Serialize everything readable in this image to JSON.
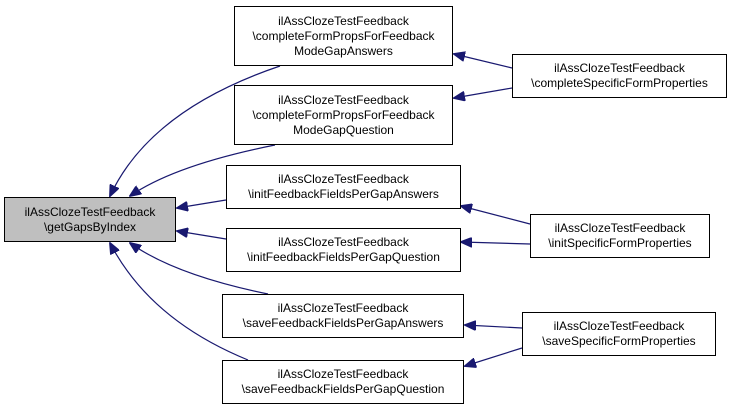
{
  "colors": {
    "edge": "#191970",
    "node_border": "#000000",
    "focus_fill": "#bfbfbf",
    "node_fill": "#ffffff"
  },
  "nodes": {
    "root": {
      "lines": [
        "ilAssClozeTestFeedback",
        "\\getGapsByIndex"
      ]
    },
    "cfp_answers": {
      "lines": [
        "ilAssClozeTestFeedback",
        "\\completeFormPropsForFeedback",
        "ModeGapAnswers"
      ]
    },
    "cfp_question": {
      "lines": [
        "ilAssClozeTestFeedback",
        "\\completeFormPropsForFeedback",
        "ModeGapQuestion"
      ]
    },
    "init_answers": {
      "lines": [
        "ilAssClozeTestFeedback",
        "\\initFeedbackFieldsPerGapAnswers"
      ]
    },
    "init_question": {
      "lines": [
        "ilAssClozeTestFeedback",
        "\\initFeedbackFieldsPerGapQuestion"
      ]
    },
    "save_answers": {
      "lines": [
        "ilAssClozeTestFeedback",
        "\\saveFeedbackFieldsPerGapAnswers"
      ]
    },
    "save_question": {
      "lines": [
        "ilAssClozeTestFeedback",
        "\\saveFeedbackFieldsPerGapQuestion"
      ]
    },
    "complete_specific": {
      "lines": [
        "ilAssClozeTestFeedback",
        "\\completeSpecificFormProperties"
      ]
    },
    "init_specific": {
      "lines": [
        "ilAssClozeTestFeedback",
        "\\initSpecificFormProperties"
      ]
    },
    "save_specific": {
      "lines": [
        "ilAssClozeTestFeedback",
        "\\saveSpecificFormProperties"
      ]
    }
  },
  "edges": [
    {
      "from": "cfp_answers",
      "to": "root"
    },
    {
      "from": "cfp_question",
      "to": "root"
    },
    {
      "from": "init_answers",
      "to": "root"
    },
    {
      "from": "init_question",
      "to": "root"
    },
    {
      "from": "save_answers",
      "to": "root"
    },
    {
      "from": "save_question",
      "to": "root"
    },
    {
      "from": "complete_specific",
      "to": "cfp_answers"
    },
    {
      "from": "complete_specific",
      "to": "cfp_question"
    },
    {
      "from": "init_specific",
      "to": "init_answers"
    },
    {
      "from": "init_specific",
      "to": "init_question"
    },
    {
      "from": "save_specific",
      "to": "save_answers"
    },
    {
      "from": "save_specific",
      "to": "save_question"
    }
  ]
}
